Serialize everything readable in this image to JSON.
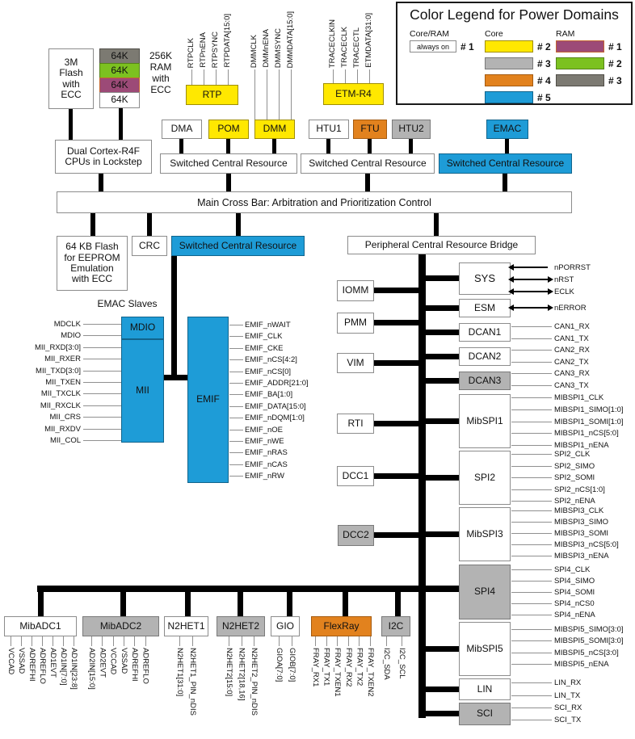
{
  "colors": {
    "white": {
      "bg": "#FFFFFF",
      "border": "#8C8C8C"
    },
    "yellow": {
      "bg": "#FFE800",
      "border": "#A08E00"
    },
    "gray": {
      "bg": "#B3B3B3",
      "border": "#7A7A7A"
    },
    "orange": {
      "bg": "#E2821E",
      "border": "#A55B10"
    },
    "blue": {
      "bg": "#1E9CD7",
      "border": "#11648C"
    },
    "purple": {
      "bg": "#9C4A77",
      "border": "#C4652F"
    },
    "green": {
      "bg": "#7CC120",
      "border": "#55831A"
    },
    "darkgray": {
      "bg": "#7C7A72",
      "border": "#504E48"
    }
  },
  "legend": {
    "title": "Color Legend for Power Domains",
    "col1_header": "Core/RAM",
    "col2_header": "Core",
    "col3_header": "RAM",
    "always_on_label": "always on",
    "always_on_num": "# 1",
    "core_swatches": [
      {
        "fill": "yellow",
        "num": "# 2"
      },
      {
        "fill": "gray",
        "num": "# 3"
      },
      {
        "fill": "orange",
        "num": "# 4"
      },
      {
        "fill": "blue",
        "num": "# 5"
      }
    ],
    "ram_swatches": [
      {
        "fill": "purple",
        "num": "# 1"
      },
      {
        "fill": "green",
        "num": "# 2"
      },
      {
        "fill": "darkgray",
        "num": "# 3"
      }
    ]
  },
  "nodes": {
    "flash3m": "3M\nFlash\nwith\nECC",
    "ram_bank": "64K",
    "ram_caption": "256K\nRAM\nwith\nECC",
    "cpu": "Dual Cortex-R4F\nCPUs in Lockstep",
    "rtp": "RTP",
    "etm": "ETM-R4",
    "dma": "DMA",
    "pom": "POM",
    "dmm": "DMM",
    "htu1": "HTU1",
    "ftu": "FTU",
    "htu2": "HTU2",
    "emac": "EMAC",
    "scr": "Switched Central Resource",
    "crossbar": "Main Cross Bar: Arbitration and Prioritization Control",
    "flash64": "64 KB Flash\nfor EEPROM\nEmulation\nwith ECC",
    "crc": "CRC",
    "bridge": "Peripheral Central Resource Bridge",
    "emac_slaves_title": "EMAC Slaves",
    "mdio": "MDIO",
    "mii": "MII",
    "emif": "EMIF",
    "iomm": "IOMM",
    "pmm": "PMM",
    "vim": "VIM",
    "rti": "RTI",
    "dcc1": "DCC1",
    "dcc2": "DCC2",
    "sys": "SYS",
    "esm": "ESM",
    "dcan1": "DCAN1",
    "dcan2": "DCAN2",
    "dcan3": "DCAN3",
    "mibspi1": "MibSPI1",
    "spi2": "SPI2",
    "mibspi3": "MibSPI3",
    "spi4": "SPI4",
    "mibspi5": "MibSPI5",
    "lin": "LIN",
    "sci": "SCI",
    "mibadc1": "MibADC1",
    "mibadc2": "MibADC2",
    "n2het1": "N2HET1",
    "n2het2": "N2HET2",
    "gio": "GIO",
    "flexray": "FlexRay",
    "i2c": "I2C"
  },
  "pins": {
    "rtp": [
      "RTPCLK",
      "RTPnENA",
      "RTPSYNC",
      "RTPDATA[15:0]"
    ],
    "dmm_top": [
      "DMMCLK",
      "DMMnENA",
      "DMMSYNC",
      "DMMDATA[15:0]"
    ],
    "etm": [
      "TRACECLKIN",
      "TRACECLK",
      "TRACECTL",
      "ETMDATA[31:0]"
    ],
    "mii": [
      "MDCLK",
      "MDIO",
      "MII_RXD[3:0]",
      "MII_RXER",
      "MII_TXD[3:0]",
      "MII_TXEN",
      "MII_TXCLK",
      "MII_RXCLK",
      "MII_CRS",
      "MII_RXDV",
      "MII_COL"
    ],
    "emif": [
      "EMIF_nWAIT",
      "EMIF_CLK",
      "EMIF_CKE",
      "EMIF_nCS[4:2]",
      "EMIF_nCS[0]",
      "EMIF_ADDR[21:0]",
      "EMIF_BA[1:0]",
      "EMIF_DATA[15:0]",
      "EMIF_nDQM[1:0]",
      "EMIF_nOE",
      "EMIF_nWE",
      "EMIF_nRAS",
      "EMIF_nCAS",
      "EMIF_nRW"
    ],
    "mibadc1": [
      "VCCAD",
      "VSSAD",
      "ADREFHI",
      "ADREFLO",
      "AD1EVT",
      "AD1IN[7:0]",
      "AD1IN[23:8]"
    ],
    "mibadc2": [
      "AD2IN[15:0]",
      "AD2EVT",
      "VCCAD",
      "VSSAD",
      "ADREFHI",
      "ADREFLO"
    ],
    "n2het1": [
      "N2HET1[31:0]",
      "N2HET1_PIN_nDIS"
    ],
    "n2het2": [
      "N2HET2[15:0]",
      "N2HET2[18,16]",
      "N2HET2_PIN_nDIS"
    ],
    "gio": [
      "GIOA[7:0]",
      "GIOB[7:0]"
    ],
    "flexray": [
      "FRAY_RX1",
      "FRAY_TX1",
      "FRAY_TXEN1",
      "FRAY_RX2",
      "FRAY_TX2",
      "FRAY_TXEN2"
    ],
    "i2c": [
      "I2C_SDA",
      "I2C_SCL"
    ]
  },
  "right_signals": {
    "sys": [
      {
        "label": "nPORRST",
        "dir": "in"
      },
      {
        "label": "nRST",
        "dir": "bidir"
      },
      {
        "label": "ECLK",
        "dir": "bidir"
      }
    ],
    "esm": [
      {
        "label": "nERROR",
        "dir": "bidir"
      }
    ],
    "dcan1": [
      {
        "label": "CAN1_RX"
      },
      {
        "label": "CAN1_TX"
      }
    ],
    "dcan2": [
      {
        "label": "CAN2_RX"
      },
      {
        "label": "CAN2_TX"
      }
    ],
    "dcan3": [
      {
        "label": "CAN3_RX"
      },
      {
        "label": "CAN3_TX"
      }
    ],
    "mibspi1": [
      {
        "label": "MIBSPI1_CLK"
      },
      {
        "label": "MIBSPI1_SIMO[1:0]"
      },
      {
        "label": "MIBSPI1_SOMI[1:0]"
      },
      {
        "label": "MIBSPI1_nCS[5:0]"
      },
      {
        "label": "MIBSPI1_nENA"
      }
    ],
    "spi2": [
      {
        "label": "SPI2_CLK"
      },
      {
        "label": "SPI2_SIMO"
      },
      {
        "label": "SPI2_SOMI"
      },
      {
        "label": "SPI2_nCS[1:0]"
      },
      {
        "label": "SPI2_nENA"
      }
    ],
    "mibspi3": [
      {
        "label": "MIBSPI3_CLK"
      },
      {
        "label": "MIBSPI3_SIMO"
      },
      {
        "label": "MIBSPI3_SOMI"
      },
      {
        "label": "MIBSPI3_nCS[5:0]"
      },
      {
        "label": "MIBSPI3_nENA"
      }
    ],
    "spi4": [
      {
        "label": "SPI4_CLK"
      },
      {
        "label": "SPI4_SIMO"
      },
      {
        "label": "SPI4_SOMI"
      },
      {
        "label": "SPI4_nCS0"
      },
      {
        "label": "SPI4_nENA"
      }
    ],
    "mibspi5": [
      {
        "label": "MIBSPI5_SIMO[3:0]"
      },
      {
        "label": "MIBSPI5_SOMI[3:0]"
      },
      {
        "label": "MIBSPI5_nCS[3:0]"
      },
      {
        "label": "MIBSPI5_nENA"
      }
    ],
    "lin": [
      {
        "label": "LIN_RX"
      },
      {
        "label": "LIN_TX"
      }
    ],
    "sci": [
      {
        "label": "SCI_RX"
      },
      {
        "label": "SCI_TX"
      }
    ]
  }
}
